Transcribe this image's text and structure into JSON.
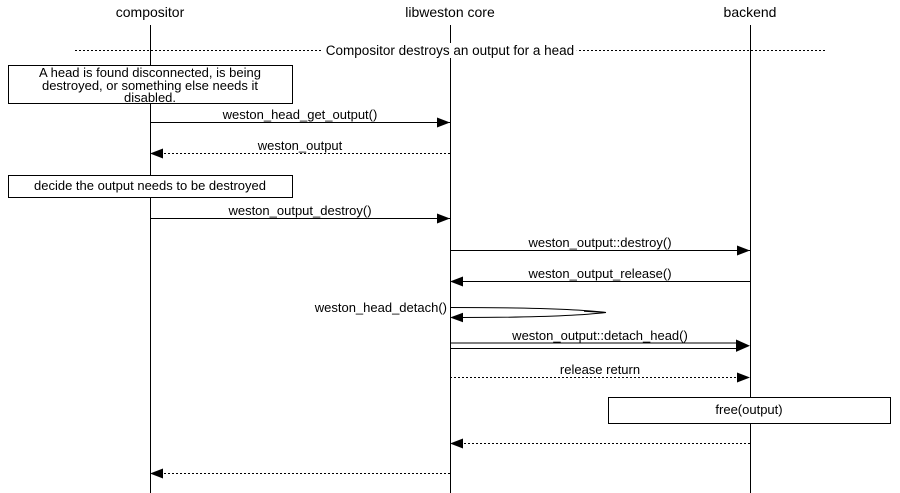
{
  "actors": [
    {
      "label": "compositor"
    },
    {
      "label": "libweston core"
    },
    {
      "label": "backend"
    }
  ],
  "divider": {
    "label": "Compositor destroys an output for a head"
  },
  "notes": {
    "disconnected": {
      "line1": "A head is found disconnected, is being",
      "line2": "destroyed, or something else needs it",
      "line3": "disabled."
    },
    "decide": {
      "text": "decide the output needs to be destroyed"
    },
    "free": {
      "text": "free(output)"
    }
  },
  "messages": {
    "head_get_output": {
      "label": "weston_head_get_output()",
      "from": "compositor",
      "to": "libweston core",
      "line": "solid"
    },
    "weston_output_ret": {
      "label": "weston_output",
      "from": "libweston core",
      "to": "compositor",
      "line": "dotted"
    },
    "output_destroy": {
      "label": "weston_output_destroy()",
      "from": "compositor",
      "to": "libweston core",
      "line": "solid"
    },
    "destroy_vfunc": {
      "label": "weston_output::destroy()",
      "from": "libweston core",
      "to": "backend",
      "line": "solid"
    },
    "output_release": {
      "label": "weston_output_release()",
      "from": "backend",
      "to": "libweston core",
      "line": "solid"
    },
    "head_detach": {
      "label": "weston_head_detach()",
      "from": "libweston core",
      "to": "libweston core",
      "line": "self"
    },
    "detach_head_vfunc": {
      "label": "weston_output::detach_head()",
      "from": "libweston core",
      "to": "backend",
      "line": "double"
    },
    "release_return": {
      "label": "release return",
      "from": "libweston core",
      "to": "backend",
      "line": "dotted"
    },
    "free_return": {
      "label": "",
      "from": "backend",
      "to": "libweston core",
      "line": "dotted"
    },
    "final_return": {
      "label": "",
      "from": "libweston core",
      "to": "compositor",
      "line": "dotted"
    }
  },
  "colors": {
    "foreground": "#000000",
    "background": "#ffffff"
  }
}
